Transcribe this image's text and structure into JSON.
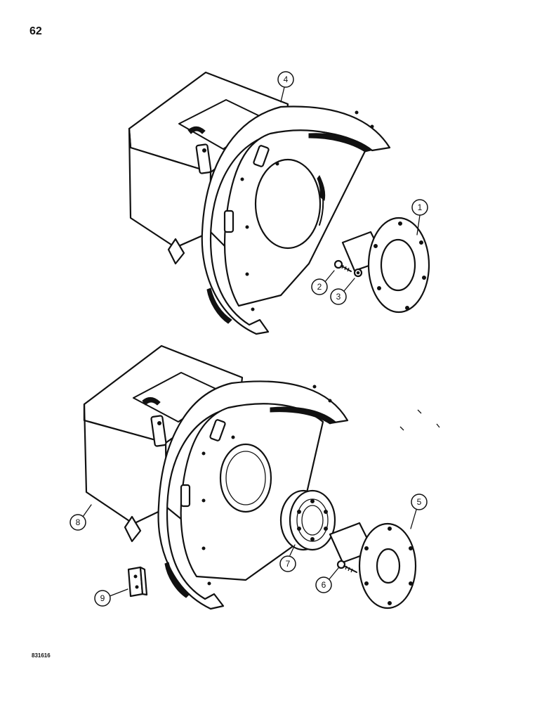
{
  "page_number": "62",
  "drawing_code": "831616",
  "callouts": {
    "c1": "1",
    "c2": "2",
    "c3": "3",
    "c4": "4",
    "c5": "5",
    "c6": "6",
    "c7": "7",
    "c8": "8",
    "c9": "9"
  },
  "colors": {
    "ink": "#111111",
    "paper": "#ffffff"
  }
}
